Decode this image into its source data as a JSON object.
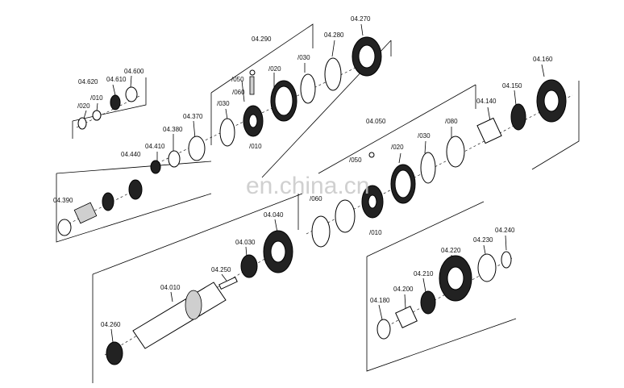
{
  "watermark": "en.china.cn",
  "labels": {
    "l_04_620": "04.620",
    "l_04_610": "04.610",
    "l_04_600": "04.600",
    "l_020_a": "/020",
    "l_010_a": "/010",
    "l_04_290": "04.290",
    "l_04_280": "04.280",
    "l_04_270": "04.270",
    "l_050_a": "/050",
    "l_060_a": "/060",
    "l_020_b": "/020",
    "l_030_a": "/030",
    "l_030_b": "/030",
    "l_010_b": "/010",
    "l_04_370": "04.370",
    "l_04_380": "04.380",
    "l_04_410": "04.410",
    "l_04_440": "04.440",
    "l_04_390": "04.390",
    "l_04_050": "04.050",
    "l_050_b": "/050",
    "l_020_c": "/020",
    "l_030_c": "/030",
    "l_080": "/080",
    "l_04_140": "04.140",
    "l_04_150": "04.150",
    "l_04_160": "04.160",
    "l_060_b": "/060",
    "l_010_c": "/010",
    "l_04_040": "04.040",
    "l_04_030": "04.030",
    "l_04_250": "04.250",
    "l_04_010": "04.010",
    "l_04_260": "04.260",
    "l_04_220": "04.220",
    "l_04_230": "04.230",
    "l_04_240": "04.240",
    "l_04_210": "04.210",
    "l_04_200": "04.200",
    "l_04_180": "04.180"
  }
}
